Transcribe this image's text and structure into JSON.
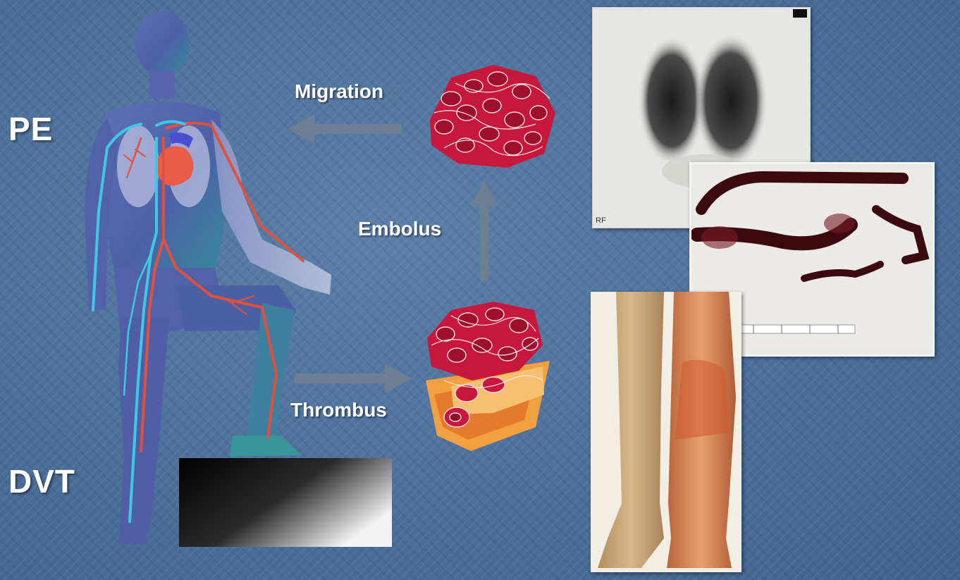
{
  "labels": {
    "pe": "PE",
    "dvt": "DVT",
    "migration": "Migration",
    "embolus": "Embolus",
    "thrombus": "Thrombus"
  },
  "scan": {
    "tag": "RF"
  },
  "colors": {
    "background": "#4a6e98",
    "arrow": "#6d7d92",
    "artery": "#e0503c",
    "vein": "#3ec8e8",
    "clot": "#c8173c",
    "vessel_wall": "#e89a3a"
  },
  "icons": {
    "body": "human-figure-circulation",
    "step": "step-block",
    "embolus": "clot-cluster",
    "thrombus": "vessel-cross-section-clot",
    "scan": "lung-perfusion-scan",
    "clot_photo": "extracted-clot-photo",
    "legs_photo": "swollen-leg-photo"
  }
}
